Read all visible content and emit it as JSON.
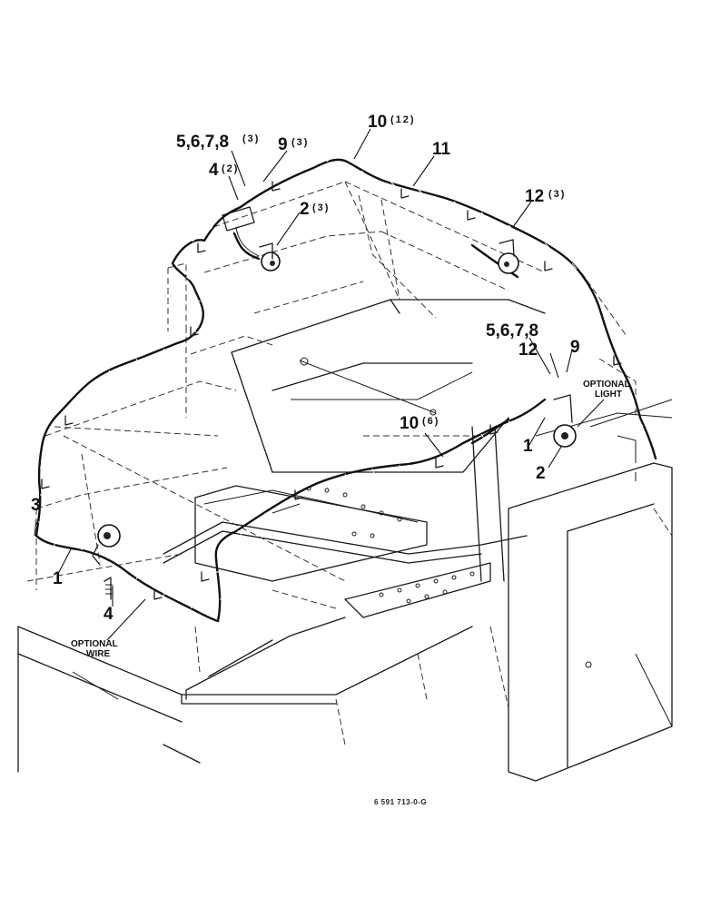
{
  "callouts": {
    "c_5678_top": "5,6,7,8",
    "c_5678_top_qty": "(3)",
    "c_9_top": "9",
    "c_9_top_qty": "(3)",
    "c_4_top": "4",
    "c_4_top_qty": "(2)",
    "c_2_top": "2",
    "c_2_top_qty": "(3)",
    "c_10_top": "10",
    "c_10_top_qty": "(12)",
    "c_11": "11",
    "c_12_top": "12",
    "c_12_top_qty": "(3)",
    "c_5678_right": "5,6,7,8",
    "c_12_right": "12",
    "c_9_right": "9",
    "c_optional_light_1": "OPTIONAL",
    "c_optional_light_2": "LIGHT",
    "c_10_mid": "10",
    "c_10_mid_qty": "(6)",
    "c_1_right": "1",
    "c_2_right": "2",
    "c_3": "3",
    "c_1_left": "1",
    "c_4_left": "4",
    "c_optional_wire_1": "OPTIONAL",
    "c_optional_wire_2": "WIRE"
  },
  "figure_ref": "6 591 713-0-G",
  "colors": {
    "line": "#111111",
    "background": "#ffffff"
  }
}
